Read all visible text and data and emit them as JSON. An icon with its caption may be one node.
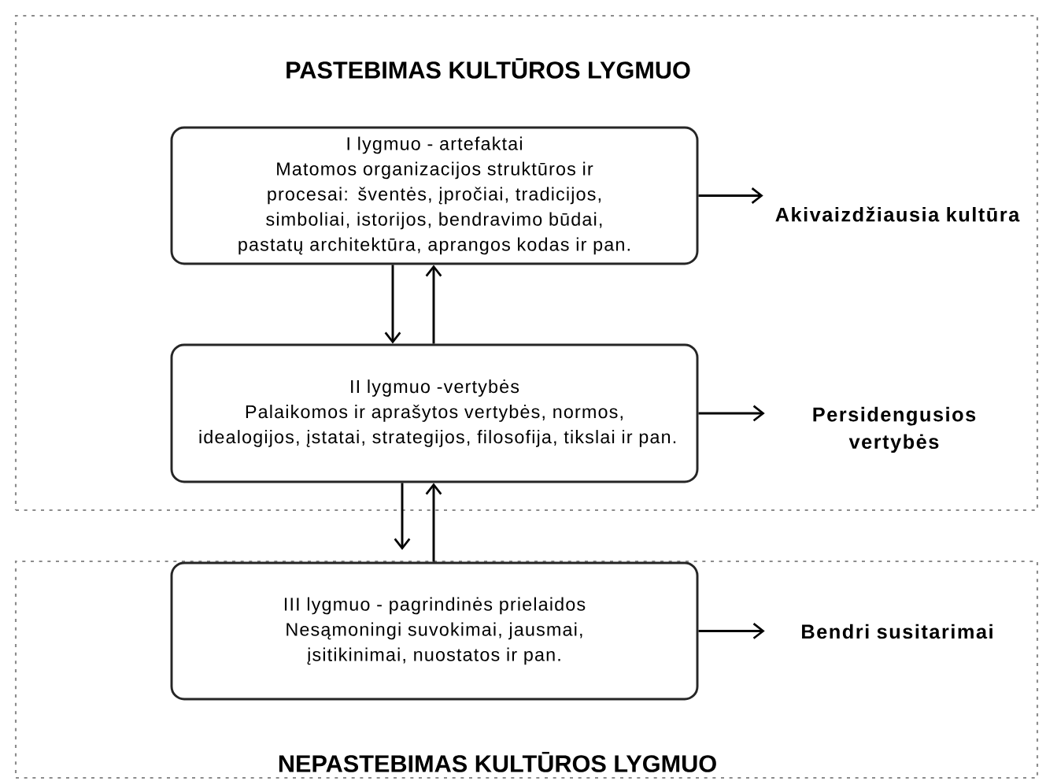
{
  "diagram": {
    "nodes": [
      {
        "text": [
          "PASTEBIMAS KULTŪROS LYGMUO"
        ]
      },
      {
        "text": [
          "I lygmuo - artefaktai",
          "Matomos organizacijos struktūros ir procesai: šventės, įpročiai, tradicijos, simboliai, istorijos, bendravimo būdai, pastatų architektūra, aprangos kodas ir pan."
        ],
        "in": 0
      },
      {
        "text": [
          "II lygmuo -vertybės",
          "Palaikomos ir aprašytos vertybės, normos, idealogijos, įstatai, strategijos, filosofija, tikslai ir pan."
        ],
        "in": 0
      },
      {
        "text": [
          "Akivaizdžiausia kultūra"
        ],
        "in": 0
      },
      {
        "text": [
          "Persidengusios vertybės"
        ],
        "in": 0
      },
      {
        "text": [
          "NEPASTEBIMAS KULTŪROS LYGMUO"
        ]
      },
      {
        "text": [
          "III lygmuo - pagrindinės prielaidos",
          "Nesąmoningi suvokimai, jausmai, įsitikinimai, nuostatos ir pan."
        ],
        "in": 5
      },
      {
        "text": [
          "Bendri susitarimai"
        ],
        "in": 5
      }
    ],
    "edges": [
      {
        "from": 1,
        "to": 2,
        "arrow": "to"
      },
      {
        "from": 2,
        "to": 1,
        "arrow": "to"
      },
      {
        "from": 2,
        "to": 6,
        "arrow": "to"
      },
      {
        "from": 6,
        "to": 2,
        "arrow": "to"
      },
      {
        "from": 1,
        "to": 3,
        "arrow": "to"
      },
      {
        "from": 2,
        "to": 4,
        "arrow": "to"
      },
      {
        "from": 6,
        "to": 7,
        "arrow": "to"
      }
    ]
  }
}
